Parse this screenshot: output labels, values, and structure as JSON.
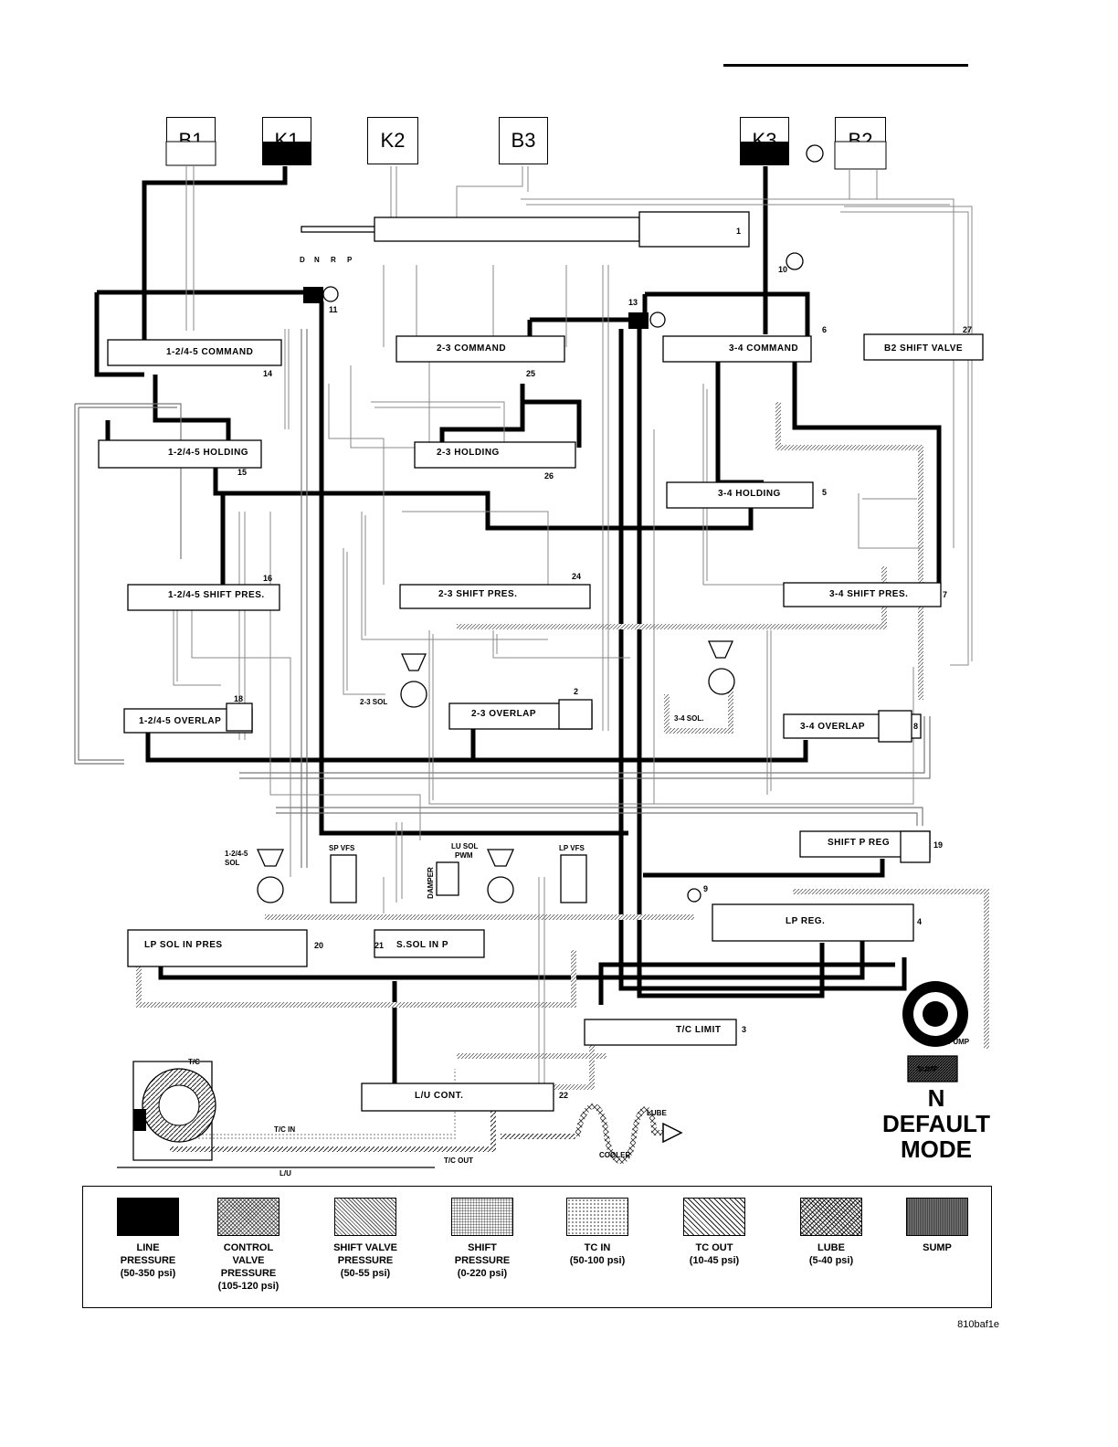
{
  "clutches": [
    "B1",
    "K1",
    "K2",
    "B3",
    "K3",
    "B2"
  ],
  "selector": [
    "D",
    "N",
    "R",
    "P"
  ],
  "valves": {
    "cmd_145": "1-2/4-5 COMMAND",
    "cmd_23": "2-3 COMMAND",
    "cmd_34": "3-4 COMMAND",
    "b2_shift": "B2 SHIFT VALVE",
    "hold_145": "1-2/4-5 HOLDING",
    "hold_23": "2-3 HOLDING",
    "hold_34": "3-4 HOLDING",
    "shift_145": "1-2/4-5 SHIFT PRES.",
    "shift_23": "2-3 SHIFT PRES.",
    "shift_34": "3-4 SHIFT PRES.",
    "overlap_145": "1-2/4-5 OVERLAP",
    "overlap_23": "2-3 OVERLAP",
    "overlap_34": "3-4 OVERLAP",
    "shift_p_reg": "SHIFT P REG",
    "lp_reg": "LP REG.",
    "lp_sol_in": "LP SOL IN PRES",
    "s_sol_in": "S.SOL IN P",
    "tc_limit": "T/C LIMIT",
    "lu_cont": "L/U CONT."
  },
  "components": {
    "sol_23": "2-3 SOL",
    "sol_34": "3-4 SOL.",
    "sol_145_a": "1-2/4-5",
    "sol_145_b": "SOL",
    "sp_vfs": "SP VFS",
    "lu_sol_a": "LU SOL",
    "lu_sol_b": "PWM",
    "damper": "DAMPER",
    "lp_vfs": "LP VFS",
    "pump": "PUMP",
    "sump": "SUMP",
    "tc": "T/C",
    "tc_in": "T/C IN",
    "tc_out": "T/C OUT",
    "lu": "L/U",
    "cooler": "COOLER",
    "lube": "LUBE"
  },
  "numbers": [
    "1",
    "2",
    "3",
    "4",
    "5",
    "6",
    "7",
    "8",
    "9",
    "10",
    "11",
    "13",
    "14",
    "15",
    "16",
    "18",
    "19",
    "20",
    "21",
    "22",
    "24",
    "25",
    "26",
    "27"
  ],
  "mode": {
    "gear": "N",
    "line1": "DEFAULT",
    "line2": "MODE"
  },
  "legend": [
    {
      "label": "LINE\nPRESSURE\n(50-350 psi)",
      "pattern": "solid"
    },
    {
      "label": "CONTROL\nVALVE\nPRESSURE\n(105-120 psi)",
      "pattern": "crosshatch"
    },
    {
      "label": "SHIFT VALVE\nPRESSURE\n(50-55 psi)",
      "pattern": "diagonal"
    },
    {
      "label": "SHIFT\nPRESSURE\n(0-220 psi)",
      "pattern": "grid"
    },
    {
      "label": "TC IN\n(50-100 psi)",
      "pattern": "dots"
    },
    {
      "label": "TC OUT\n(10-45 psi)",
      "pattern": "hatch"
    },
    {
      "label": "LUBE\n(5-40 psi)",
      "pattern": "checker"
    },
    {
      "label": "SUMP",
      "pattern": "dense"
    }
  ],
  "image_code": "810baf1e",
  "colors": {
    "line": "#000000",
    "background": "#ffffff",
    "pattern_gray": "#888888"
  }
}
